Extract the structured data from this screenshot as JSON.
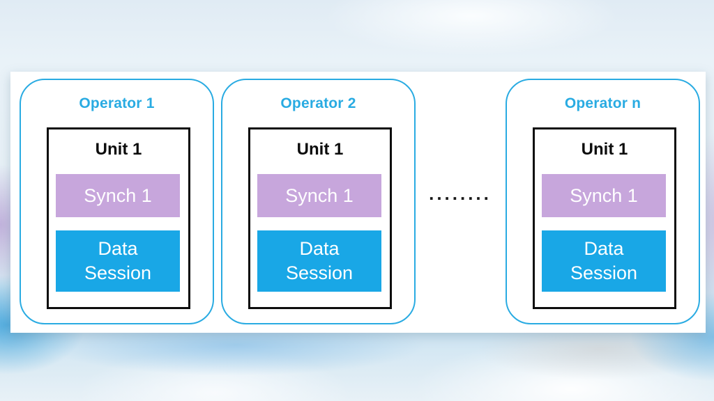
{
  "colors": {
    "accent_blue": "#29ABE2",
    "synch_purple": "#C7A6DC",
    "data_session_blue": "#19A7E6",
    "unit_border_black": "#0d0d0d",
    "panel_background": "#FFFFFF",
    "slide_background_tint": "#DCEBF4"
  },
  "diagram": {
    "operators": [
      {
        "label": "Operator 1",
        "unit_label": "Unit 1",
        "synch_label": "Synch 1",
        "data_session_label": "Data\nSession"
      },
      {
        "label": "Operator 2",
        "unit_label": "Unit 1",
        "synch_label": "Synch 1",
        "data_session_label": "Data\nSession"
      },
      {
        "label": "Operator n",
        "unit_label": "Unit 1",
        "synch_label": "Synch 1",
        "data_session_label": "Data\nSession"
      }
    ],
    "ellipsis": "........"
  }
}
